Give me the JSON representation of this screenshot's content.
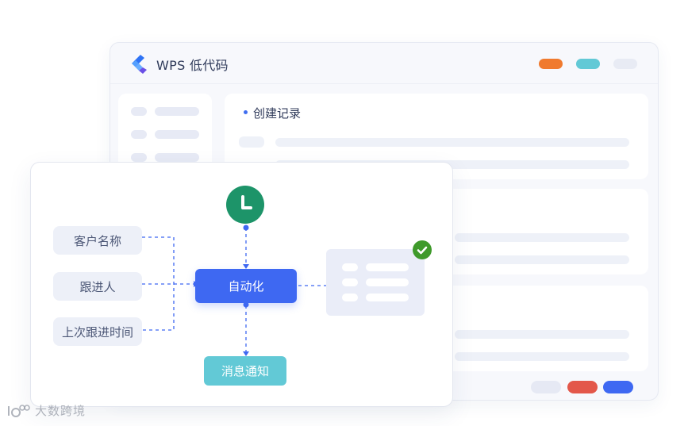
{
  "app": {
    "title": "WPS 低代码",
    "logo_icon": "wps-lowcode-logo-icon"
  },
  "colors": {
    "accent_blue": "#3e68f2",
    "orange": "#f07a2e",
    "teal": "#62c9d6",
    "red": "#e3574a",
    "green": "#1d9469",
    "check_green": "#3f9a2b"
  },
  "back_window": {
    "card1_title": "创建记录"
  },
  "flow": {
    "fields": [
      "客户名称",
      "跟进人",
      "上次跟进时间"
    ],
    "trigger_icon": "clock-icon",
    "automation_label": "自动化",
    "notify_label": "消息通知",
    "result_icon": "check-circle-icon"
  },
  "watermark": {
    "text": "大数跨境",
    "icon": "watermark-logo-icon"
  }
}
